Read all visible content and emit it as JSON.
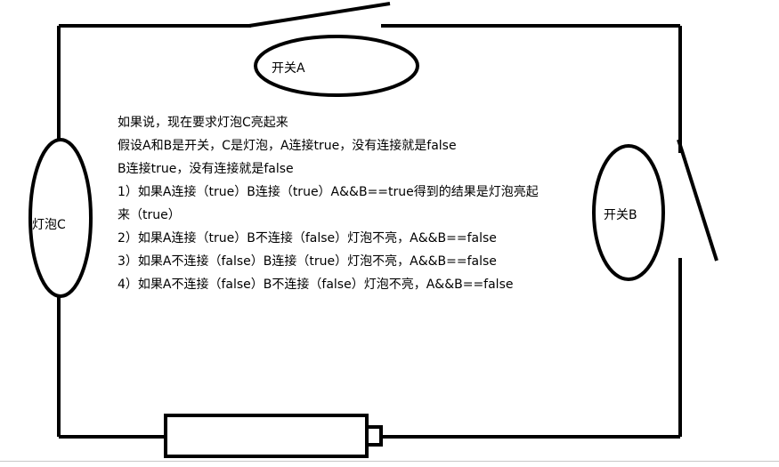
{
  "labels": {
    "switch_a": "开关A",
    "switch_b": "开关B",
    "bulb_c": "灯泡C"
  },
  "explanation": {
    "lines": [
      "如果说，现在要求灯泡C亮起来",
      "假设A和B是开关，C是灯泡，A连接true，没有连接就是false",
      "B连接true，没有连接就是false",
      "1）如果A连接（true）B连接（true）A&&B==true得到的结果是灯泡亮起",
      "来（true）",
      "2）如果A连接（true）B不连接（false）灯泡不亮，A&&B==false",
      "3）如果A不连接（false）B连接（true）灯泡不亮，A&&B==false",
      "4）如果A不连接（false）B不连接（false）灯泡不亮，A&&B==false"
    ]
  }
}
